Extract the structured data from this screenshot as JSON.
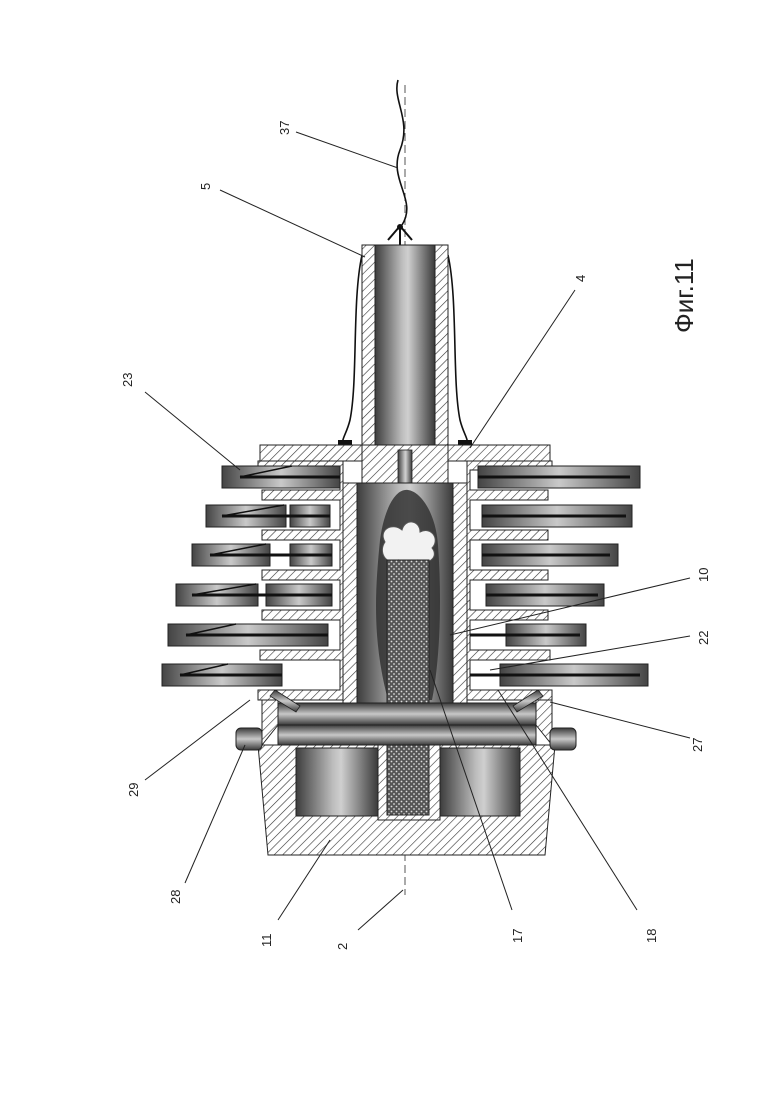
{
  "figure": {
    "caption": "Фиг.11",
    "labels": {
      "l37": "37",
      "l5": "5",
      "l4": "4",
      "l23": "23",
      "l10": "10",
      "l22": "22",
      "l27": "27",
      "l29": "29",
      "l28": "28",
      "l11": "11",
      "l2": "2",
      "l17": "17",
      "l18": "18"
    }
  }
}
